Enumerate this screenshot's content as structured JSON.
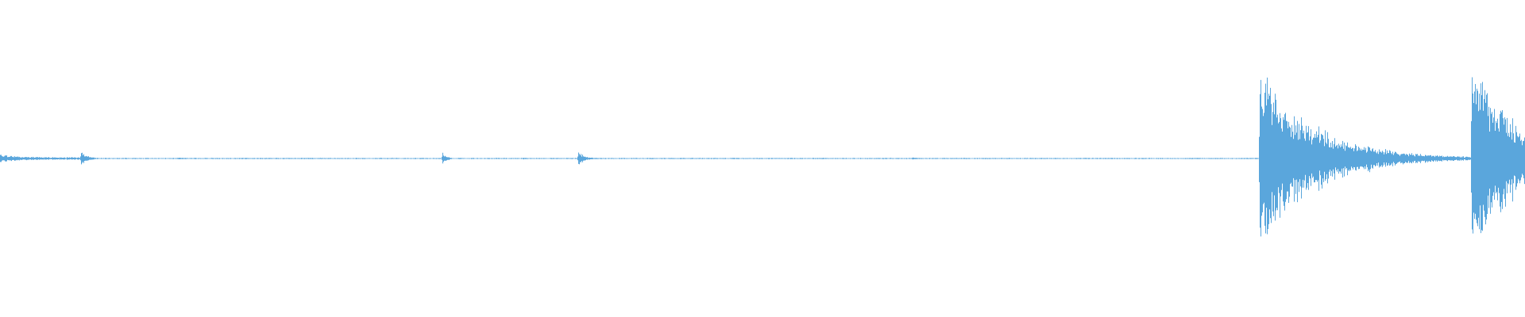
{
  "waveform": {
    "color": "#5aa6dc",
    "background": "#ffffff",
    "duration_fraction_visible": 1.0,
    "baseline_amplitude": 0.004,
    "events": [
      {
        "t": 0.0,
        "peak": 0.05,
        "decay": 0.012,
        "kind": "onset-noise"
      },
      {
        "t": 0.053,
        "peak": 0.09,
        "decay": 0.004,
        "kind": "click"
      },
      {
        "t": 0.117,
        "peak": 0.012,
        "decay": 0.006,
        "kind": "blip"
      },
      {
        "t": 0.208,
        "peak": 0.008,
        "decay": 0.002,
        "kind": "blip"
      },
      {
        "t": 0.29,
        "peak": 0.06,
        "decay": 0.003,
        "kind": "click"
      },
      {
        "t": 0.343,
        "peak": 0.01,
        "decay": 0.004,
        "kind": "blip"
      },
      {
        "t": 0.379,
        "peak": 0.08,
        "decay": 0.004,
        "kind": "click"
      },
      {
        "t": 0.598,
        "peak": 0.012,
        "decay": 0.006,
        "kind": "blip"
      },
      {
        "t": 0.826,
        "peak": 0.95,
        "decay": 0.035,
        "kind": "transient"
      },
      {
        "t": 0.897,
        "peak": 0.18,
        "decay": 0.004,
        "kind": "click"
      },
      {
        "t": 0.965,
        "peak": 1.0,
        "decay": 0.03,
        "kind": "transient"
      }
    ]
  }
}
